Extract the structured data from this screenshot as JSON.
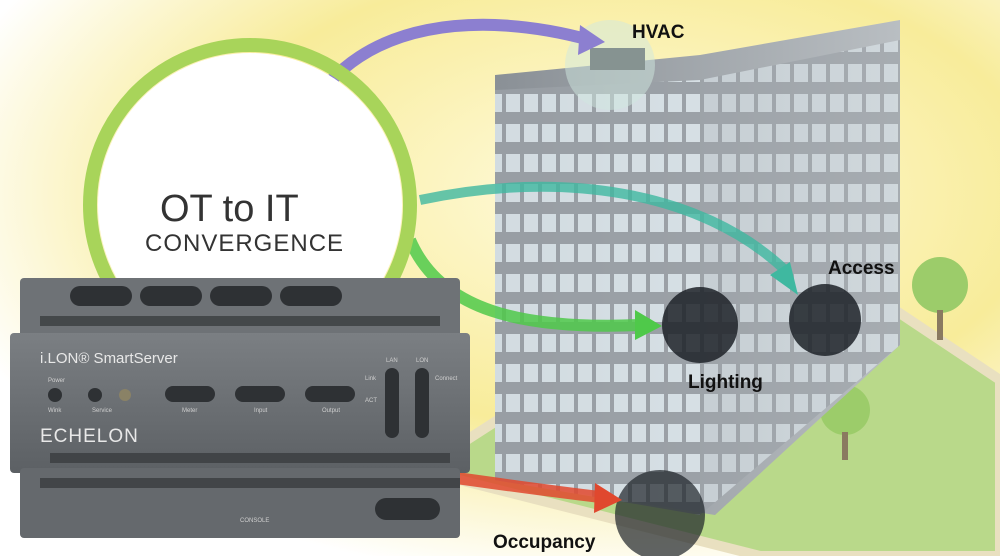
{
  "headline": {
    "line1": "OT to IT",
    "line2": "CONVERGENCE"
  },
  "labels": {
    "hvac": "HVAC",
    "access": "Access",
    "lighting": "Lighting",
    "occupancy": "Occupancy"
  },
  "device": {
    "product": "i.LON® SmartServer",
    "brand": "ECHELON",
    "power": "Power",
    "wink": "Wink",
    "service": "Service",
    "meter": "Meter",
    "input": "Input",
    "output": "Output",
    "lan": "LAN",
    "lon": "LON",
    "link": "Link",
    "act": "ACT",
    "connect": "Connect",
    "console": "CONSOLE"
  },
  "colors": {
    "ring": "#a8d45a",
    "arrow_purple": "#8c7fd0",
    "arrow_teal": "#3fb8a0",
    "arrow_green": "#4fc94a",
    "arrow_red": "#e0482e",
    "ground": "#b9d98a",
    "background": "#f7ec9a"
  }
}
